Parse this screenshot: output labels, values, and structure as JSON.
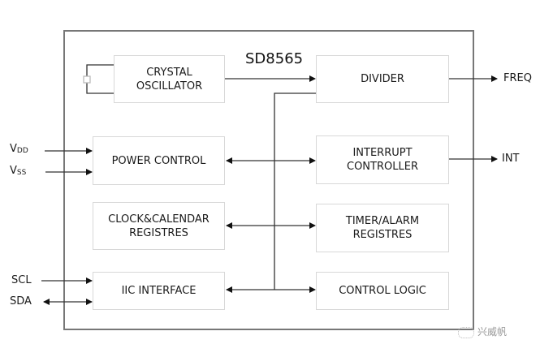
{
  "title": "SD8565",
  "blocks": {
    "crystal": "CRYSTAL\nOSCILLATOR",
    "divider": "DIVIDER",
    "power": "POWER CONTROL",
    "interrupt": "INTERRUPT\nCONTROLLER",
    "clock": "CLOCK&CALENDAR\nREGISTRES",
    "timer": "TIMER/ALARM\nREGISTRES",
    "iic": "IIC INTERFACE",
    "control": "CONTROL LOGIC"
  },
  "pins": {
    "vdd": {
      "main": "V",
      "sub": "DD"
    },
    "vss": {
      "main": "V",
      "sub": "SS"
    },
    "scl": "SCL",
    "sda": "SDA",
    "freq": "FREQ",
    "int": "INT"
  },
  "watermark": {
    "icon": "wechat-icon",
    "text": "兴威帆"
  }
}
